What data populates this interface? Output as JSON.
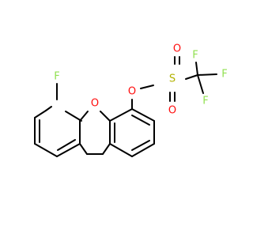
{
  "colors": {
    "bond": "#000000",
    "oxygen": "#ff0d0d",
    "sulfur": "#b2b200",
    "fluorine": "#90e050",
    "background": "#ffffff"
  },
  "atoms": {
    "f_ring": {
      "text": "F",
      "element": "fluorine"
    },
    "o_furan": {
      "text": "O",
      "element": "oxygen"
    },
    "o_ester": {
      "text": "O",
      "element": "oxygen"
    },
    "s": {
      "text": "S",
      "element": "sulfur"
    },
    "o_up": {
      "text": "O",
      "element": "oxygen"
    },
    "o_down": {
      "text": "O",
      "element": "oxygen"
    },
    "f_top": {
      "text": "F",
      "element": "fluorine"
    },
    "f_right": {
      "text": "F",
      "element": "fluorine"
    },
    "f_bottom": {
      "text": "F",
      "element": "fluorine"
    }
  }
}
